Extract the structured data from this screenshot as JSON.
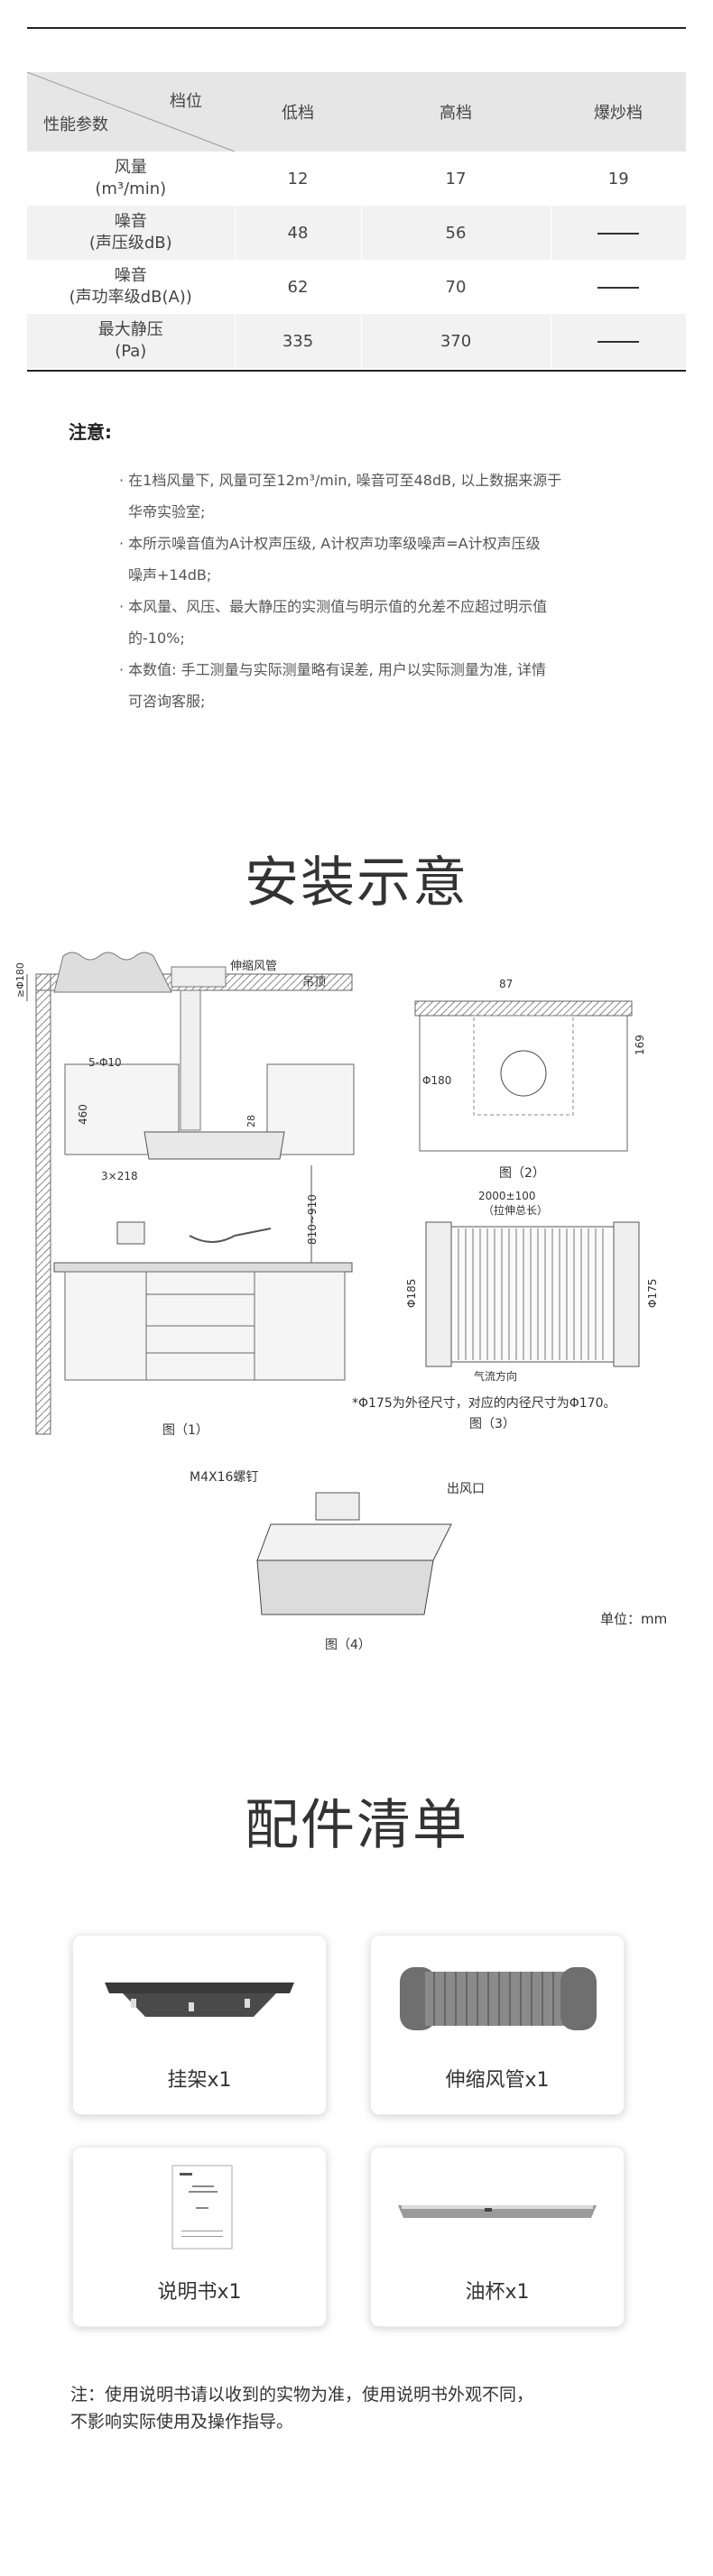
{
  "spec_table": {
    "header": {
      "gear_label": "档位",
      "param_label": "性能参数",
      "levels": [
        "低档",
        "高档",
        "爆炒档"
      ]
    },
    "rows": [
      {
        "name": [
          "风量",
          "(m³/min)"
        ],
        "values": [
          "12",
          "17",
          "19"
        ]
      },
      {
        "name": [
          "噪音",
          "(声压级dB)"
        ],
        "values": [
          "48",
          "56",
          ""
        ]
      },
      {
        "name": [
          "噪音",
          "(声功率级dB(A))"
        ],
        "values": [
          "62",
          "70",
          ""
        ]
      },
      {
        "name": [
          "最大静压",
          "(Pa)"
        ],
        "values": [
          "335",
          "370",
          ""
        ]
      }
    ]
  },
  "notes": {
    "title": "注意:",
    "lines": [
      "· 在1档风量下, 风量可至12m³/min, 噪音可至48dB, 以上数据来源于",
      "华帝实验室;",
      "· 本所示噪音值为A计权声压级, A计权声功率级噪声=A计权声压级",
      "噪声+14dB;",
      "· 本风量、风压、最大静压的实测值与明示值的允差不应超过明示值",
      "的-10%;",
      "· 本数值: 手工测量与实际测量略有误差, 用户以实际测量为准, 详情",
      "可咨询客服;"
    ]
  },
  "install": {
    "title": "安装示意",
    "fig1": {
      "ceiling_label": "吊顶",
      "duct_label": "伸缩风管",
      "top_dim": "≥Φ180",
      "holes": "5-Φ10",
      "dim_460": "460",
      "dim_28": "28",
      "dim_3x218": "3×218",
      "dim_height": "810~910",
      "caption": "图（1）"
    },
    "fig2": {
      "dim_87": "87",
      "dim_169": "169",
      "dim_phi": "Φ180",
      "caption": "图（2）"
    },
    "fig3": {
      "length": "2000±100",
      "length_note": "（拉伸总长）",
      "dim_left": "Φ185",
      "dim_right": "Φ175",
      "flow": "气流方向",
      "note": "*Φ175为外径尺寸，对应的内径尺寸为Φ170。",
      "caption": "图（3）"
    },
    "fig4": {
      "screw": "M4X16螺钉",
      "outlet": "出风口",
      "caption": "图（4）"
    },
    "unit": "单位：mm"
  },
  "accessories": {
    "title": "配件清单",
    "items": [
      {
        "label": "挂架x1",
        "icon": "bracket-icon"
      },
      {
        "label": "伸缩风管x1",
        "icon": "duct-icon"
      },
      {
        "label": "说明书x1",
        "icon": "manual-icon"
      },
      {
        "label": "油杯x1",
        "icon": "oil-cup-icon"
      }
    ]
  },
  "footnote": [
    "注：使用说明书请以收到的实物为准，使用说明书外观不同，",
    "不影响实际使用及操作指导。"
  ]
}
